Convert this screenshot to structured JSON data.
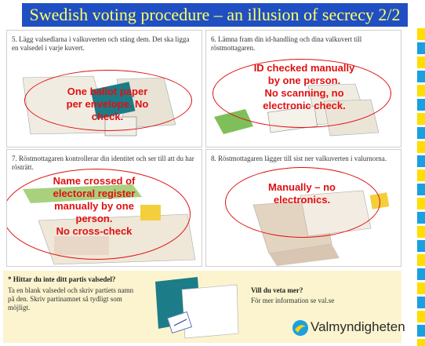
{
  "title": "Swedish voting procedure – an illusion of secrecy 2/2",
  "panels": {
    "p5": {
      "text": "5. Lägg valsedlarna i valkuverten och stäng dem. Det ska ligga en valsedel i varje kuvert.",
      "annotation": [
        "One ballot paper",
        "per envelope. No",
        "check."
      ]
    },
    "p6": {
      "text": "6. Lämna fram din id-handling och dina valkuvert till röstmottagaren.",
      "annotation": [
        "ID checked manually",
        "by one person.",
        "No scanning, no",
        "electronic check."
      ]
    },
    "p7": {
      "text": "7. Röstmottagaren kontrollerar din identitet och ser till att du har rösträtt.",
      "annotation": [
        "Name crossed of",
        "electoral register",
        "manually by one",
        "person.",
        "No cross-check"
      ]
    },
    "p8": {
      "text": "8. Röstmottagaren lägger till sist ner valkuverten i valurnorna.",
      "annotation": [
        "Manually – no",
        "electronics."
      ]
    }
  },
  "bottom": {
    "left_title": "* Hittar du inte ditt partis valsedel?",
    "left_text": "Ta en blank valsedel och skriv partiets namn på den. Skriv partinamnet så tydligt som möjligt.",
    "right_title": "Vill du veta mer?",
    "right_text": "För mer information se val.se",
    "logo_text": "Valmyndigheten"
  },
  "colors": {
    "title_bg": "#1f4fc2",
    "title_fg": "#ffff66",
    "annotation": "#e01010",
    "info_bg": "#fbf4cf",
    "stripe_yellow": "#ffdd00",
    "stripe_blue": "#1a9fe0"
  }
}
